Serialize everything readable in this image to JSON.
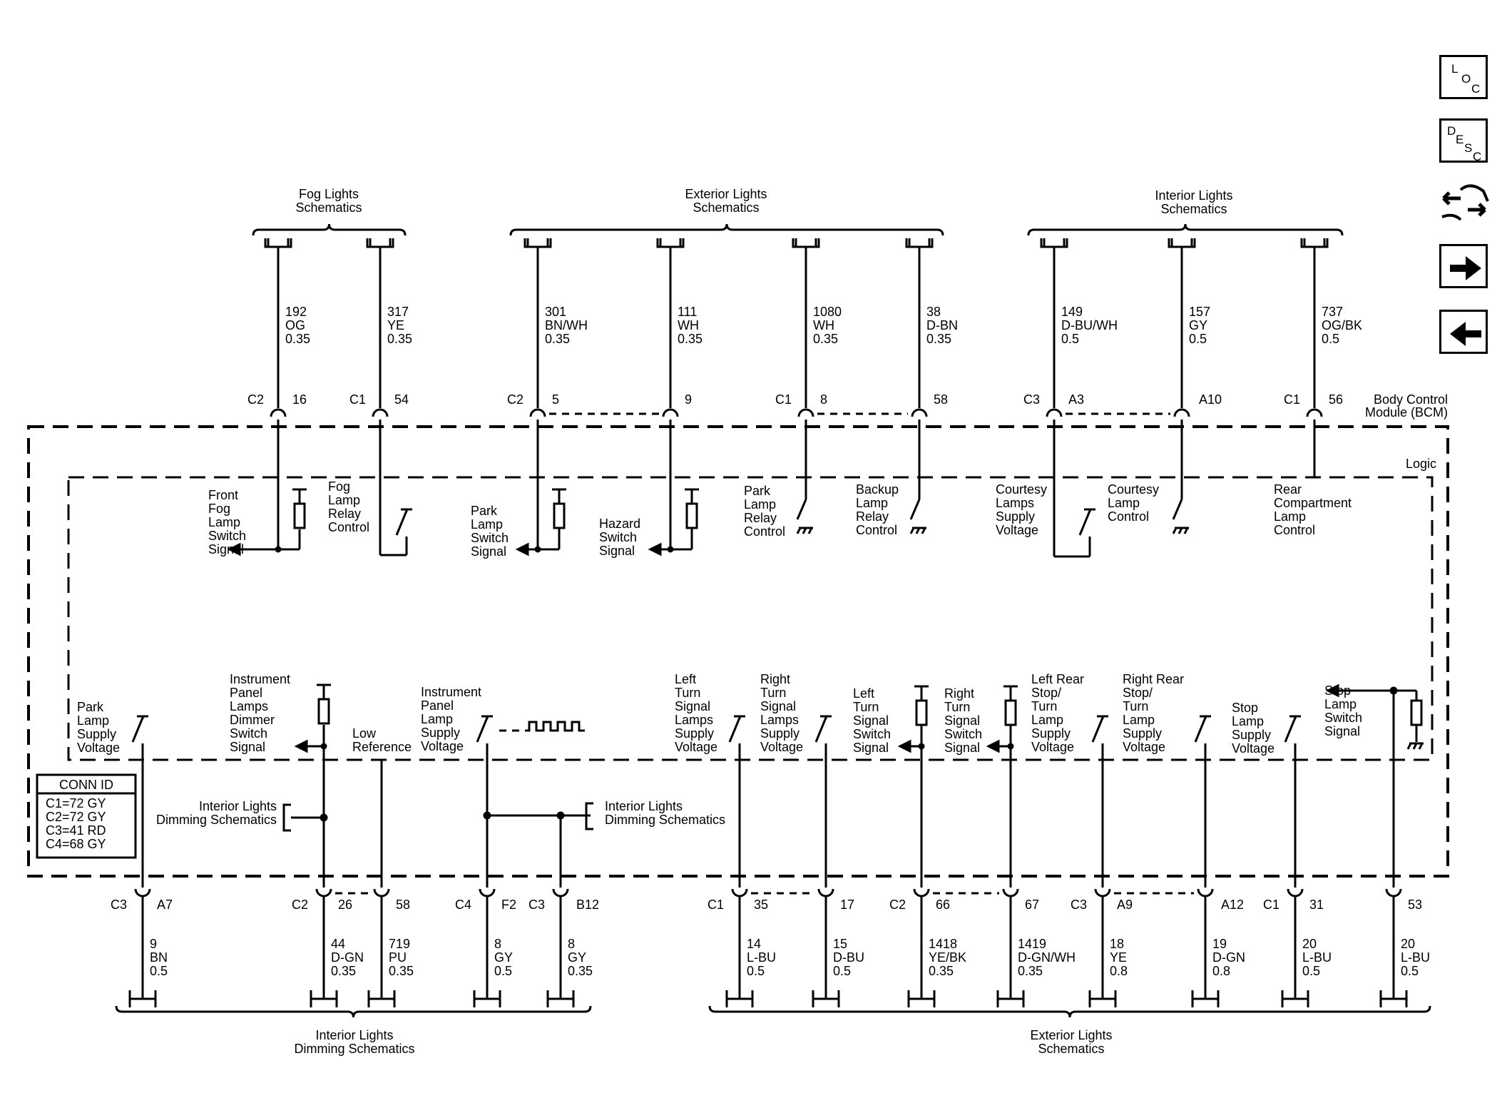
{
  "groups": {
    "fog": [
      "Fog Lights",
      "Schematics"
    ],
    "ext_top": [
      "Exterior Lights",
      "Schematics"
    ],
    "int_top": [
      "Interior Lights",
      "Schematics"
    ],
    "int_bottom": [
      "Interior Lights",
      "Dimming Schematics"
    ],
    "ext_bottom": [
      "Exterior Lights",
      "Schematics"
    ],
    "dim_left": [
      "Interior Lights",
      "Dimming Schematics"
    ],
    "dim_right": [
      "Interior Lights",
      "Dimming Schematics"
    ]
  },
  "module": {
    "name": [
      "Body Control",
      "Module (BCM)"
    ],
    "logic": "Logic"
  },
  "conn_id": {
    "title": "CONN ID",
    "rows": [
      "C1=72 GY",
      "C2=72 GY",
      "C3=41 RD",
      "C4=68 GY"
    ]
  },
  "top_wires": [
    {
      "id": "t1",
      "circuit": "192",
      "color": "OG",
      "gauge": "0.35",
      "conn": "C2",
      "pin": "16"
    },
    {
      "id": "t2",
      "circuit": "317",
      "color": "YE",
      "gauge": "0.35",
      "conn": "C1",
      "pin": "54"
    },
    {
      "id": "t3",
      "circuit": "301",
      "color": "BN/WH",
      "gauge": "0.35",
      "conn": "C2",
      "pin": "5"
    },
    {
      "id": "t4",
      "circuit": "111",
      "color": "WH",
      "gauge": "0.35",
      "conn": "",
      "pin": "9"
    },
    {
      "id": "t5",
      "circuit": "1080",
      "color": "WH",
      "gauge": "0.35",
      "conn": "C1",
      "pin": "8"
    },
    {
      "id": "t6",
      "circuit": "38",
      "color": "D-BN",
      "gauge": "0.35",
      "conn": "",
      "pin": "58"
    },
    {
      "id": "t7",
      "circuit": "149",
      "color": "D-BU/WH",
      "gauge": "0.5",
      "conn": "C3",
      "pin": "A3"
    },
    {
      "id": "t8",
      "circuit": "157",
      "color": "GY",
      "gauge": "0.5",
      "conn": "",
      "pin": "A10"
    },
    {
      "id": "t9",
      "circuit": "737",
      "color": "OG/BK",
      "gauge": "0.5",
      "conn": "C1",
      "pin": "56"
    }
  ],
  "bottom_wires": [
    {
      "id": "b1",
      "circuit": "9",
      "color": "BN",
      "gauge": "0.5",
      "conn": "C3",
      "pin": "A7"
    },
    {
      "id": "b2",
      "circuit": "44",
      "color": "D-GN",
      "gauge": "0.35",
      "conn": "C2",
      "pin": "26"
    },
    {
      "id": "b3",
      "circuit": "719",
      "color": "PU",
      "gauge": "0.35",
      "conn": "",
      "pin": "58"
    },
    {
      "id": "b4",
      "circuit": "8",
      "color": "GY",
      "gauge": "0.5",
      "conn": "C4",
      "pin": "F2"
    },
    {
      "id": "b5",
      "circuit": "8",
      "color": "GY",
      "gauge": "0.35",
      "conn": "C3",
      "pin": "B12"
    },
    {
      "id": "b6",
      "circuit": "14",
      "color": "L-BU",
      "gauge": "0.5",
      "conn": "C1",
      "pin": "35"
    },
    {
      "id": "b7",
      "circuit": "15",
      "color": "D-BU",
      "gauge": "0.5",
      "conn": "",
      "pin": "17"
    },
    {
      "id": "b8",
      "circuit": "1418",
      "color": "YE/BK",
      "gauge": "0.35",
      "conn": "C2",
      "pin": "66"
    },
    {
      "id": "b9",
      "circuit": "1419",
      "color": "D-GN/WH",
      "gauge": "0.35",
      "conn": "",
      "pin": "67"
    },
    {
      "id": "b10",
      "circuit": "18",
      "color": "YE",
      "gauge": "0.8",
      "conn": "C3",
      "pin": "A9"
    },
    {
      "id": "b11",
      "circuit": "19",
      "color": "D-GN",
      "gauge": "0.8",
      "conn": "",
      "pin": "A12"
    },
    {
      "id": "b12",
      "circuit": "20",
      "color": "L-BU",
      "gauge": "0.5",
      "conn": "C1",
      "pin": "31"
    },
    {
      "id": "b13",
      "circuit": "20",
      "color": "L-BU",
      "gauge": "0.5",
      "conn": "",
      "pin": "53"
    }
  ],
  "top_labels": [
    {
      "id": "front-fog-lamp-switch-signal",
      "lines": [
        "Front",
        "Fog",
        "Lamp",
        "Switch",
        "Signal"
      ]
    },
    {
      "id": "fog-lamp-relay-control",
      "lines": [
        "Fog",
        "Lamp",
        "Relay",
        "Control"
      ]
    },
    {
      "id": "park-lamp-switch-signal",
      "lines": [
        "Park",
        "Lamp",
        "Switch",
        "Signal"
      ]
    },
    {
      "id": "hazard-switch-signal",
      "lines": [
        "Hazard",
        "Switch",
        "Signal"
      ]
    },
    {
      "id": "park-lamp-relay-control",
      "lines": [
        "Park",
        "Lamp",
        "Relay",
        "Control"
      ]
    },
    {
      "id": "backup-lamp-relay-control",
      "lines": [
        "Backup",
        "Lamp",
        "Relay",
        "Control"
      ]
    },
    {
      "id": "courtesy-lamps-supply-voltage",
      "lines": [
        "Courtesy",
        "Lamps",
        "Supply",
        "Voltage"
      ]
    },
    {
      "id": "courtesy-lamp-control",
      "lines": [
        "Courtesy",
        "Lamp",
        "Control"
      ]
    },
    {
      "id": "rear-compartment-lamp-control",
      "lines": [
        "Rear",
        "Compartment",
        "Lamp",
        "Control"
      ]
    }
  ],
  "bottom_labels": [
    {
      "id": "park-lamp-supply-voltage",
      "lines": [
        "Park",
        "Lamp",
        "Supply",
        "Voltage"
      ]
    },
    {
      "id": "instrument-panel-lamps-dimmer-switch-signal",
      "lines": [
        "Instrument",
        "Panel",
        "Lamps",
        "Dimmer",
        "Switch",
        "Signal"
      ]
    },
    {
      "id": "low-reference",
      "lines": [
        "Low",
        "Reference"
      ]
    },
    {
      "id": "instrument-panel-lamp-supply-voltage",
      "lines": [
        "Instrument",
        "Panel",
        "Lamp",
        "Supply",
        "Voltage"
      ]
    },
    {
      "id": "left-turn-signal-lamps-supply-voltage",
      "lines": [
        "Left",
        "Turn",
        "Signal",
        "Lamps",
        "Supply",
        "Voltage"
      ]
    },
    {
      "id": "right-turn-signal-lamps-supply-voltage",
      "lines": [
        "Right",
        "Turn",
        "Signal",
        "Lamps",
        "Supply",
        "Voltage"
      ]
    },
    {
      "id": "left-turn-signal-switch-signal",
      "lines": [
        "Left",
        "Turn",
        "Signal",
        "Switch",
        "Signal"
      ]
    },
    {
      "id": "right-turn-signal-switch-signal",
      "lines": [
        "Right",
        "Turn",
        "Signal",
        "Switch",
        "Signal"
      ]
    },
    {
      "id": "left-rear-stop-turn-lamp-supply-voltage",
      "lines": [
        "Left Rear",
        "Stop/",
        "Turn",
        "Lamp",
        "Supply",
        "Voltage"
      ]
    },
    {
      "id": "right-rear-stop-turn-lamp-supply-voltage",
      "lines": [
        "Right Rear",
        "Stop/",
        "Turn",
        "Lamp",
        "Supply",
        "Voltage"
      ]
    },
    {
      "id": "stop-lamp-supply-voltage",
      "lines": [
        "Stop",
        "Lamp",
        "Supply",
        "Voltage"
      ]
    },
    {
      "id": "stop-lamp-switch-signal",
      "lines": [
        "Stop",
        "Lamp",
        "Switch",
        "Signal"
      ]
    }
  ],
  "nav": {
    "loc": [
      "L",
      "O",
      "C"
    ],
    "desc": [
      "D",
      "E",
      "S",
      "C"
    ]
  }
}
